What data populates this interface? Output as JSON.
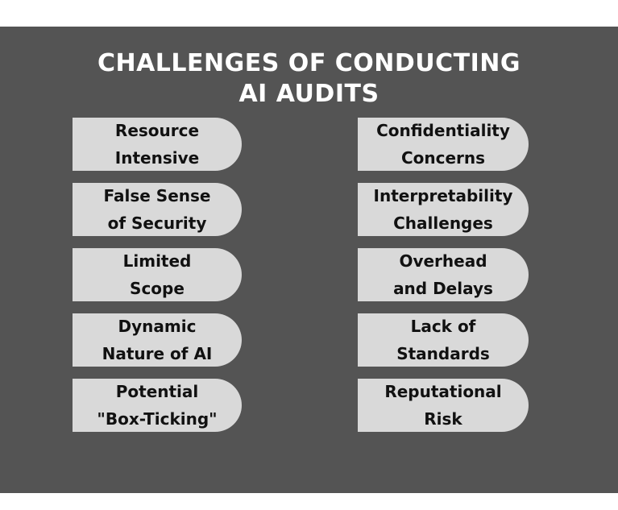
{
  "title": {
    "line1": "CHALLENGES OF CONDUCTING",
    "line2": "AI AUDITS"
  },
  "left_items": [
    {
      "line1": "Resource",
      "line2": "Intensive"
    },
    {
      "line1": "False Sense",
      "line2": "of Security"
    },
    {
      "line1": "Limited",
      "line2": "Scope"
    },
    {
      "line1": "Dynamic",
      "line2": "Nature of AI"
    },
    {
      "line1": "Potential",
      "line2": "\"Box-Ticking\""
    }
  ],
  "right_items": [
    {
      "line1": "Confidentiality",
      "line2": "Concerns"
    },
    {
      "line1": "Interpretability",
      "line2": "Challenges"
    },
    {
      "line1": "Overhead",
      "line2": "and Delays"
    },
    {
      "line1": "Lack of",
      "line2": "Standards"
    },
    {
      "line1": "Reputational",
      "line2": "Risk"
    }
  ],
  "colors": {
    "background": "#545454",
    "pill": "#d9d9d9",
    "title_text": "#ffffff",
    "pill_text": "#111111"
  }
}
